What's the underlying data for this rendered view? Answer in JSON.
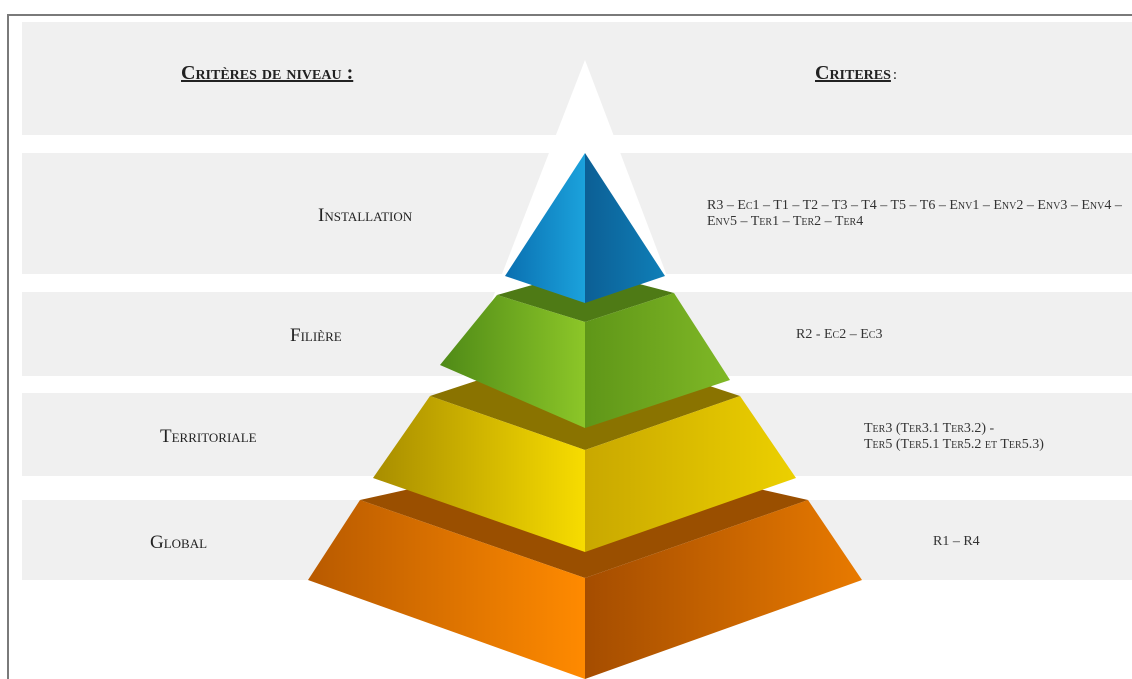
{
  "headers": {
    "levels": "Critères de niveau :",
    "criteria": "Criteres",
    "criteria_suffix": ":"
  },
  "levels": [
    {
      "label": "Installation",
      "criteria": "R3 – Ec1 – T1 – T2 – T3 – T4 – T5 – T6 – Env1 – Env2 – Env3 – Env4 – Env5 – Ter1 – Ter2 – Ter4",
      "color": "#1b8cc4"
    },
    {
      "label": "Filière",
      "criteria": "R2 - Ec2 – Ec3",
      "color": "#7cb623"
    },
    {
      "label": "Territoriale",
      "criteria_line1": "Ter3 (Ter3.1 Ter3.2) -",
      "criteria_line2": "Ter5 (Ter5.1 Ter5.2 et Ter5.3)",
      "color": "#e8c800"
    },
    {
      "label": "Global",
      "criteria": "R1 – R4",
      "color": "#f07c00"
    }
  ],
  "background_band_color": "#f0f0f0"
}
